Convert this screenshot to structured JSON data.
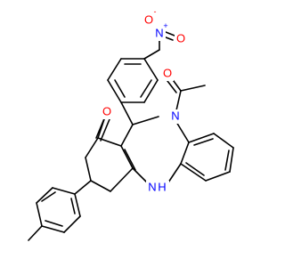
{
  "molecule": {
    "atom_labels": {
      "nitro_oxygen_anion": "O",
      "nitro_oxygen_anion_charge": "-",
      "nitro_nitrogen": "N",
      "nitro_nitrogen_charge": "+",
      "nitro_oxygen_double": "O",
      "ketone_oxygen": "O",
      "acetyl_oxygen": "O",
      "amide_nitrogen": "N",
      "amine_nh": "N",
      "amine_h": "H"
    },
    "colors": {
      "bond": "#000000",
      "oxygen": "#ff0000",
      "nitrogen": "#0000ff",
      "background": "#ffffff"
    }
  }
}
